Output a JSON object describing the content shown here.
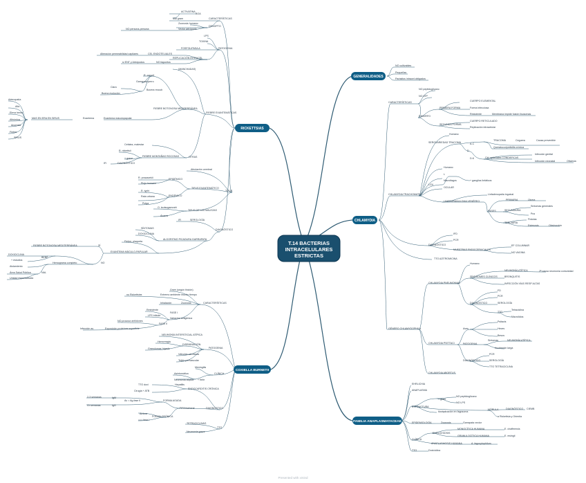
{
  "colors": {
    "node_fill": "#0f5e86",
    "center_fill": "#1a4f6e",
    "line": "#2d5a72",
    "text": "#2a3a48"
  },
  "center": {
    "line1": "T.14 BACTERIAS",
    "line2": "INTRACELULARES",
    "line3": "ESTRICTAS"
  },
  "branches": {
    "generalidades": "GENERALIDADES",
    "chlamydia": "CHLAMYDIA",
    "rickettsias": "RICKETTSIAS",
    "coxiella": "COXIELLA BURNETII",
    "anaplasmataceae": "FAMILIA ANAPLASMATACEAE"
  },
  "labels": {
    "r1": "ACTIVATINA",
    "r2": "BOA",
    "r3": "Mal gram",
    "r4": "CARACTERÍSTICAS",
    "r5": "Zoonosis humano",
    "r6": "DENOPTO",
    "r7": "NO persona-persona",
    "r8": "Vector artrópodo",
    "r9": "LPS",
    "r10": "TOXINA",
    "r11": "FOSFOLIPASA A",
    "r12": "PATOGENIA",
    "r13": "Alteración permeabilidad capilares",
    "r14": "CEL ENDOTELIALES",
    "r15": "REPLICACIÓN INTRACEL",
    "r16": "sí ENT y Artrópodos",
    "r17": "NO fagocitos",
    "r18": "(MANCHADAS)",
    "r19": "R. conorii",
    "r20": "Garrapata perro",
    "r21": "Bocera reccub",
    "r22": "Clara",
    "r23": "Buena evolución",
    "r24": "Mancha lívida",
    "r25": "Exantema máculopapular",
    "r26": "Adenopatía",
    "r27": "Alfa",
    "r28": "Eleva hemo",
    "r29": "Albúmina",
    "r30": "Anorexia",
    "r31": "Fiebre",
    "r32": "SIRUS",
    "r33": "MAS EN ERA EN SIRUS",
    "r34": "Exantema",
    "r35": "FIEBRE BOTONOSA MEDITERRÁNEA",
    "r36": "FIEBRE EXANTEMÁTICAS",
    "r37": "Cefalea, malestar",
    "r38": "R. rickettsii",
    "r39": "+ grave",
    "r40": "FIEBRE MONTAÑAS ROCOSAS",
    "r41": "IFI",
    "r42": "DIAGNÓSTICO",
    "r43": "OTRAS",
    "r44": "Afectación cerebral",
    "r45": "R. prowazekii",
    "r46": "EPIDÉMICO",
    "r47": "Piojo humano",
    "r48": "TIFUS EXANTEMÁTICO",
    "r49": "R. typhi",
    "r50": "ENDÉMICO",
    "r51": "Rata urbana",
    "r52": "Pulga",
    "r53": "TIFUS",
    "r54": "O. tsutsugamushi",
    "r55": "TIFUS DE LAS MALEZAS",
    "r56": "Ácaros",
    "r57": "IFI",
    "r58": "SEROLOGÍA",
    "r59": "DIAGNÓSTICO",
    "r60": "SÍNTOMAS",
    "r61": "DOXICICLINA",
    "r62": "ALGORITMO PICADURA GARRAPATA",
    "r63": "Fiebre, plaqueta",
    "r64": "FIEBRE BOTONOSA MEDITERRÁNEA",
    "r65": "SÍ",
    "r66": "EXANTEMA MÁCULO-PAPULAR",
    "r67": "DOXICICLINA",
    "r68": "BEBÉ",
    "r69": "+ estudios",
    "r70": "Hemograma completo",
    "r71": "Aislamiento",
    "r72": "Área Salud Pública",
    "r73": "NAL",
    "r74": "NO",
    "r75": "Unidad especializada",
    "c1": "Gram (según tinción)",
    "c2": "Extremo ambiente mucho tiempo",
    "c3": "Inhalación",
    "c4": "Zoonosis",
    "c5": "no Rickettsias",
    "c6": "CARACTERÍSTICAS",
    "c7": "Resistente",
    "c8": "FASE I",
    "c9": "LPS infecte",
    "c10": "Variación antigénica",
    "c11": "NO provoca antiidones",
    "c12": "FASE II",
    "c13": "Exposición proteínas superficie",
    "c14": "Infección ac.",
    "c15": "NEUMONÍA INTERSTICIAL ATÍPICA",
    "c16": "Hemorragia",
    "c17": "DISEMINACIÓN",
    "c18": "Granulomas hígado",
    "c19": "PATOGENIA",
    "c20": "Válvulas cardíacas",
    "c21": "Tejido perivascular",
    "c22": "Meningitis",
    "c23": "CLÍNICA",
    "c24": "Asintomática",
    "c25": "Neumonía atípica",
    "c26": "+ fiebr",
    "c27": "Hepatitis",
    "c28": "ENDOCARDITIS CRÓNICA",
    "c29": "TTO doxi",
    "c30": "Cirugía + ATB",
    "c31": "2-3 semanas",
    "c32": "IgM",
    "c33": "Ac = Ag fase II",
    "c34": "FORMA AGUDA",
    "c35": "Gr semanas",
    "c36": "IgG",
    "c37": "DIAGNÓSTICO",
    "c38": "FIFA humoral",
    "c39": "Ambos",
    "c40": "FORMA CRÓNICA",
    "c41": "=== fase I",
    "c42": "TETRACICLINAS",
    "c43": "Neumonía grave",
    "c44": "TTO",
    "g1": "NO cultivables",
    "g2": "Pequeñas",
    "g3": "Parásitos intracel obligados",
    "h1": "NO peptidoglicano",
    "h2": "NO ATP",
    "h3": "CARACTERÍSTICAS",
    "h4": "PRIMERA FORMA",
    "h5": "CUERPO ELEMENTAL",
    "h6": "Forma infecciosa",
    "h7": "DIMORFO",
    "h8": "Resistente",
    "h9": "Membrana impide fusión lisosomas",
    "h10": "SEGUNDA FORMA",
    "h11": "CUERPO RETICULADO",
    "h12": "Replicación intracelular",
    "h13": "Humano",
    "h14": "SEROVARIEDAD TRACOMA",
    "h15": "A-C",
    "h16": "TRACOMA",
    "h17": "Ceguera",
    "h18": "Causa prevenible",
    "h19": "Queratoconjuntivitis crónica",
    "h20": "D-K",
    "h21": "D",
    "h22": "Cél. epiteliales CONDIERCAS",
    "h23": "Infección genital",
    "h24": "Infección neonatal",
    "h25": "Oftalmía",
    "h26": "Humano",
    "h27": "L",
    "h28": "Macrófagos",
    "h29": "+ ganglios linfáticos",
    "h30": "LGV",
    "h31": "OCULAR",
    "h32": "Linfadenopatía inguinal",
    "h33": "LINFOGRANULOMA VENÉREO",
    "h34": "PRIMARIA",
    "h35": "Úlcera",
    "h36": "FASES",
    "h37": "SECUNDARIA",
    "h38": "Síntomas generales",
    "h39": "Pus",
    "h40": "Fístulas",
    "h41": "TERCIARIA",
    "h42": "Estenosis",
    "h43": "Obstrucción",
    "h44": "CHLAMYDIA TRACHOMATIS",
    "h45": "IFD",
    "h46": "PCR",
    "h47": "DIAGNÓSTICO",
    "h48": "MUESTRAS ENDOCERVICALES",
    "h49": "EF COLUMNAR",
    "h50": "NO VAGINA",
    "h51": "TTO AZITROMICINA",
    "h52": "Humano",
    "h53": "CHLAMYDIA PNEUMONIAE",
    "h54": "NEUMONÍA ATÍPICA",
    "h55": "2ª causa neumonía comunidad",
    "h56": "SÍNDROMES CLÍNICOS",
    "h57": "BRONQUITIS",
    "h58": "INFECCIÓN VÍAS RESP ALTAS",
    "h59": "FD",
    "h60": "PCR",
    "h61": "DIAGNÓSTICO",
    "h62": "SEROLOGÍA",
    "h63": "TTO",
    "h64": "Tetraciclina",
    "h65": "Macrólidos",
    "h66": "GÉNERO CHLAMYDOPHILA",
    "h67": "Aves",
    "h68": "Psitacis",
    "h69": "Heces",
    "h70": "Besos",
    "h71": "CHLAMYDIA PSITTACI",
    "h72": "PATOGENIA",
    "h73": "Síntomas",
    "h74": "NEUMONÍA ATÍPICA",
    "h75": "Incubación larga",
    "h76": "PCR",
    "h77": "DIAGNÓSTICO",
    "h78": "SEROLOGÍA",
    "h79": "TTO TETRACICLINA",
    "h80": "CHLAMYDIA ABORTUS",
    "a1": "EHRLICHIA",
    "a2": "ANAPLASMA",
    "a3": "NO peptidoglicano",
    "a4": "+ gram",
    "a5": "ESTRUCTURA",
    "a6": "NO LPS",
    "a7": "MÓRULA",
    "a8": "DIAGNÓSTICO",
    "a9": "CIEMB",
    "a10": "Multiplicación en fagosoma",
    "a11": "a Rickettsia y Orientia",
    "a12": "EPIDEMIOLOGÍA",
    "a13": "Zoonosis",
    "a14": "Garrapata vector",
    "a15": "EHRLICHIOSIS",
    "a16": "MONOCÍTICA HUMANA",
    "a17": "E. chaffeensis",
    "a18": "CLÍNICA",
    "a19": "GRANULOCÍTICA HUMANA",
    "a20": "E. ewingii",
    "a21": "ANAPLASMOSIS HUMANA",
    "a22": "A. fagocytophilum",
    "a23": "TTO",
    "a24": "Doxiciclina",
    "footer": "Presented with xmind"
  }
}
